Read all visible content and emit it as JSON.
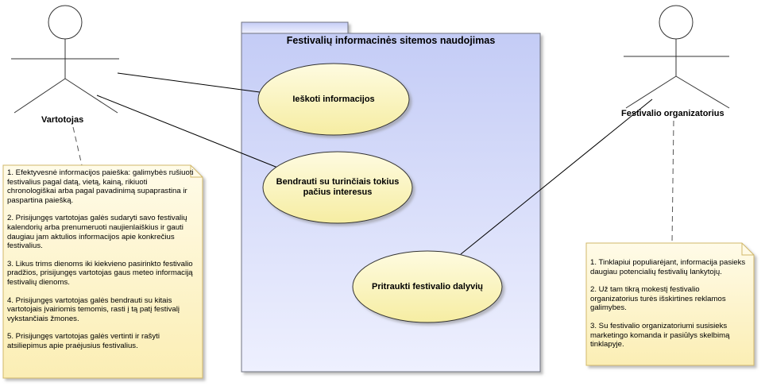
{
  "package": {
    "title": "Festivalių informacinės sitemos naudojimas"
  },
  "actors": {
    "user": {
      "name": "Vartotojas"
    },
    "organizer": {
      "name": "Festivalio organizatorius"
    }
  },
  "use_cases": {
    "search": "Ieškoti informacijos",
    "communicate": "Bendrauti su turinčiais tokius pačius interesus",
    "attract": "Pritraukti festivalio dalyvių"
  },
  "notes": {
    "user_note": [
      "1. Efektyvesnė informacijos paieška: galimybės rušiuoti festivalius pagal datą, vietą, kainą, rikiuoti chronologiškai arba pagal pavadinimą supaprastina ir paspartina paiešką.",
      "2. Prisijungęs vartotojas galės sudaryti savo festivalių kalendorių arba prenumeruoti naujienlaiškius ir gauti daugiau jam aktulios informacijos apie konkrečius festivalius.",
      "3. Likus trims dienoms iki kiekvieno pasirinkto festivalio pradžios, prisijungęs vartotojas gaus meteo informaciją festivalių dienoms.",
      "4. Prisijungęs vartotojas galės bendrauti su kitais vartotojais įvairiomis temomis, rasti į tą patį festivalį vykstančiais žmones.",
      "5. Prisijungęs vartotojas galės vertinti ir rašyti atsiliepimus apie praėjusius festivalius."
    ],
    "organizer_note": [
      "1. Tinklapiui populiarėjant, informacija pasieks daugiau potencialių festivalių lankytojų.",
      "2. Už tam tikrą mokestį festivalio organizatorius turės išskirtines reklamos galimybes.",
      "3. Su festivalio organizatoriumi susisieks marketingo komanda ir pasiūlys skelbimą tinklapyje."
    ]
  },
  "colors": {
    "package_fill_top": "#c8d0f8",
    "package_fill_bottom": "#eef0fe",
    "package_border": "#6f7380",
    "usecase_fill_top": "#fdf8d2",
    "usecase_fill_bottom": "#f7efa6",
    "note_fill_top": "#fffbe6",
    "note_fill_bottom": "#fbeeb0",
    "note_border": "#d8c070",
    "line": "#000000"
  }
}
